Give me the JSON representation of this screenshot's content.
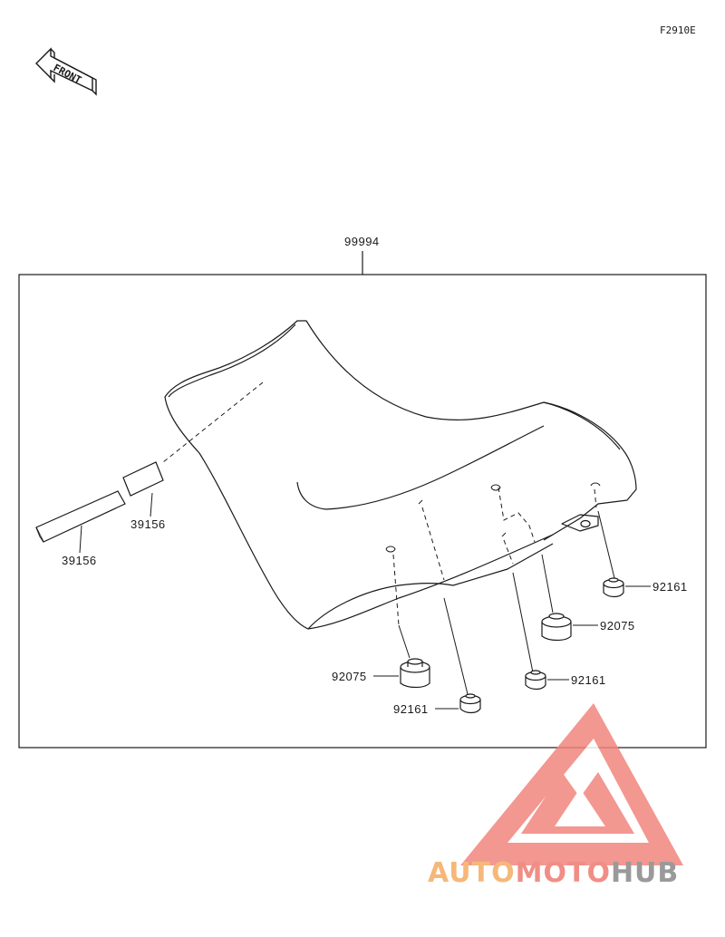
{
  "figure_code": "F2910E",
  "front_label": "FRONT",
  "callouts": {
    "assembly": "99994",
    "strap_a": "39156",
    "strap_b": "39156",
    "damper_upper_right": "92161",
    "grommet_right": "92075",
    "damper_center_right": "92161",
    "grommet_left": "92075",
    "damper_bottom_left": "92161"
  },
  "watermark": {
    "part1": "AUTO",
    "part2": "MOTO",
    "part3": "HUB",
    "colors": {
      "auto": "#f5b87a",
      "moto": "#f08e86",
      "hub": "#9a9a9a",
      "logo": "#f2857e"
    }
  }
}
